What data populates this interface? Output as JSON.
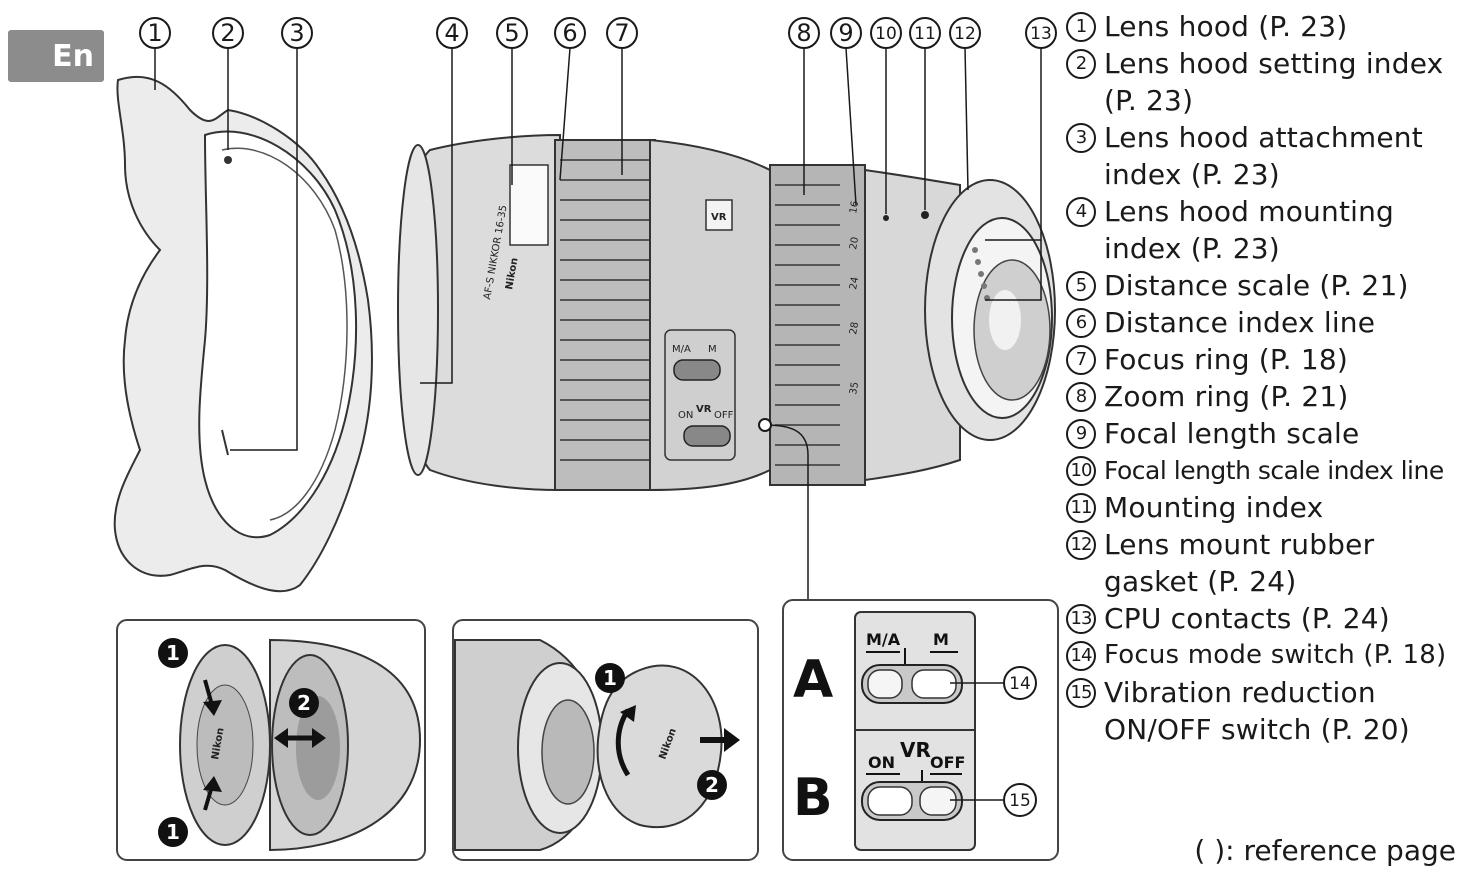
{
  "language_tab": "En",
  "callouts": [
    "①",
    "②",
    "③",
    "④",
    "⑤",
    "⑥",
    "⑦",
    "⑧",
    "⑨",
    "⑩",
    "⑪",
    "⑫",
    "⑬",
    "⑭",
    "⑮"
  ],
  "legend": [
    {
      "num": "1",
      "text": "Lens hood (P. 23)"
    },
    {
      "num": "2",
      "text": "Lens hood setting index (P. 23)"
    },
    {
      "num": "3",
      "text": "Lens hood attachment index (P. 23)"
    },
    {
      "num": "4",
      "text": "Lens hood mounting index (P. 23)"
    },
    {
      "num": "5",
      "text": "Distance scale (P. 21)"
    },
    {
      "num": "6",
      "text": "Distance index line"
    },
    {
      "num": "7",
      "text": "Focus ring (P. 18)"
    },
    {
      "num": "8",
      "text": "Zoom ring (P. 21)"
    },
    {
      "num": "9",
      "text": "Focal length scale"
    },
    {
      "num": "10",
      "text": "Focal length scale index line"
    },
    {
      "num": "11",
      "text": "Mounting index"
    },
    {
      "num": "12",
      "text": "Lens mount rubber gasket (P. 24)"
    },
    {
      "num": "13",
      "text": "CPU contacts (P. 24)"
    },
    {
      "num": "14",
      "text": "Focus mode switch (P. 18)"
    },
    {
      "num": "15",
      "text": "Vibration reduction ON/OFF switch (P. 20)"
    }
  ],
  "reference_note": "(  ): reference page",
  "detail": {
    "panel_a_letter": "A",
    "panel_b_letter": "B",
    "focus_switch": {
      "left": "M/A",
      "right": "M"
    },
    "vr_switch": {
      "title": "VR",
      "left": "ON",
      "right": "OFF"
    }
  },
  "lens_text": {
    "vr_badge": "VR",
    "brand": "Nikon",
    "model": "AF-S NIKKOR 16-35",
    "switch_focus_left": "M/A",
    "switch_focus_right": "M",
    "switch_vr_title": "VR",
    "switch_vr_left": "ON",
    "switch_vr_right": "OFF",
    "focal_marks": [
      "16",
      "20",
      "24",
      "28",
      "35"
    ]
  },
  "step_markers": {
    "one": "1",
    "two": "2"
  },
  "cap_brand": "Nikon"
}
